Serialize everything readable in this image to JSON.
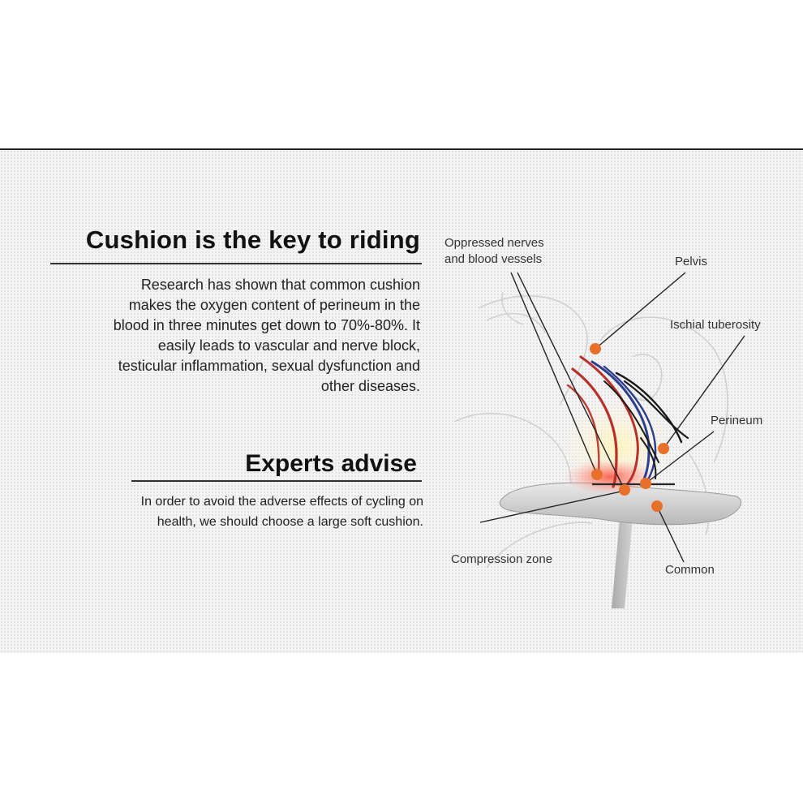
{
  "heading": "Cushion is the key to riding",
  "research_lines": [
    "Research has shown that common cushion",
    "makes the oxygen content of perineum in the",
    "blood in three minutes get down to 70%-80%. It",
    "easily leads to vascular and nerve block,",
    "testicular inflammation, sexual dysfunction and",
    "other diseases."
  ],
  "experts_heading": "Experts advise",
  "advice_lines": [
    "In order to avoid the adverse effects of cycling on",
    "health, we should choose a large soft cushion."
  ],
  "diagram": {
    "labels": {
      "oppressed_line1": "Oppressed nerves",
      "oppressed_line2": "and blood vessels",
      "pelvis": "Pelvis",
      "ischial": "Ischial tuberosity",
      "perineum": "Perineum",
      "compression": "Compression zone",
      "common": "Common"
    },
    "colors": {
      "marker": "#e8702a",
      "artery": "#b8302a",
      "vein": "#2c3e8f",
      "nerve": "#1a1a1a",
      "heat": "#ff5a4a"
    }
  }
}
